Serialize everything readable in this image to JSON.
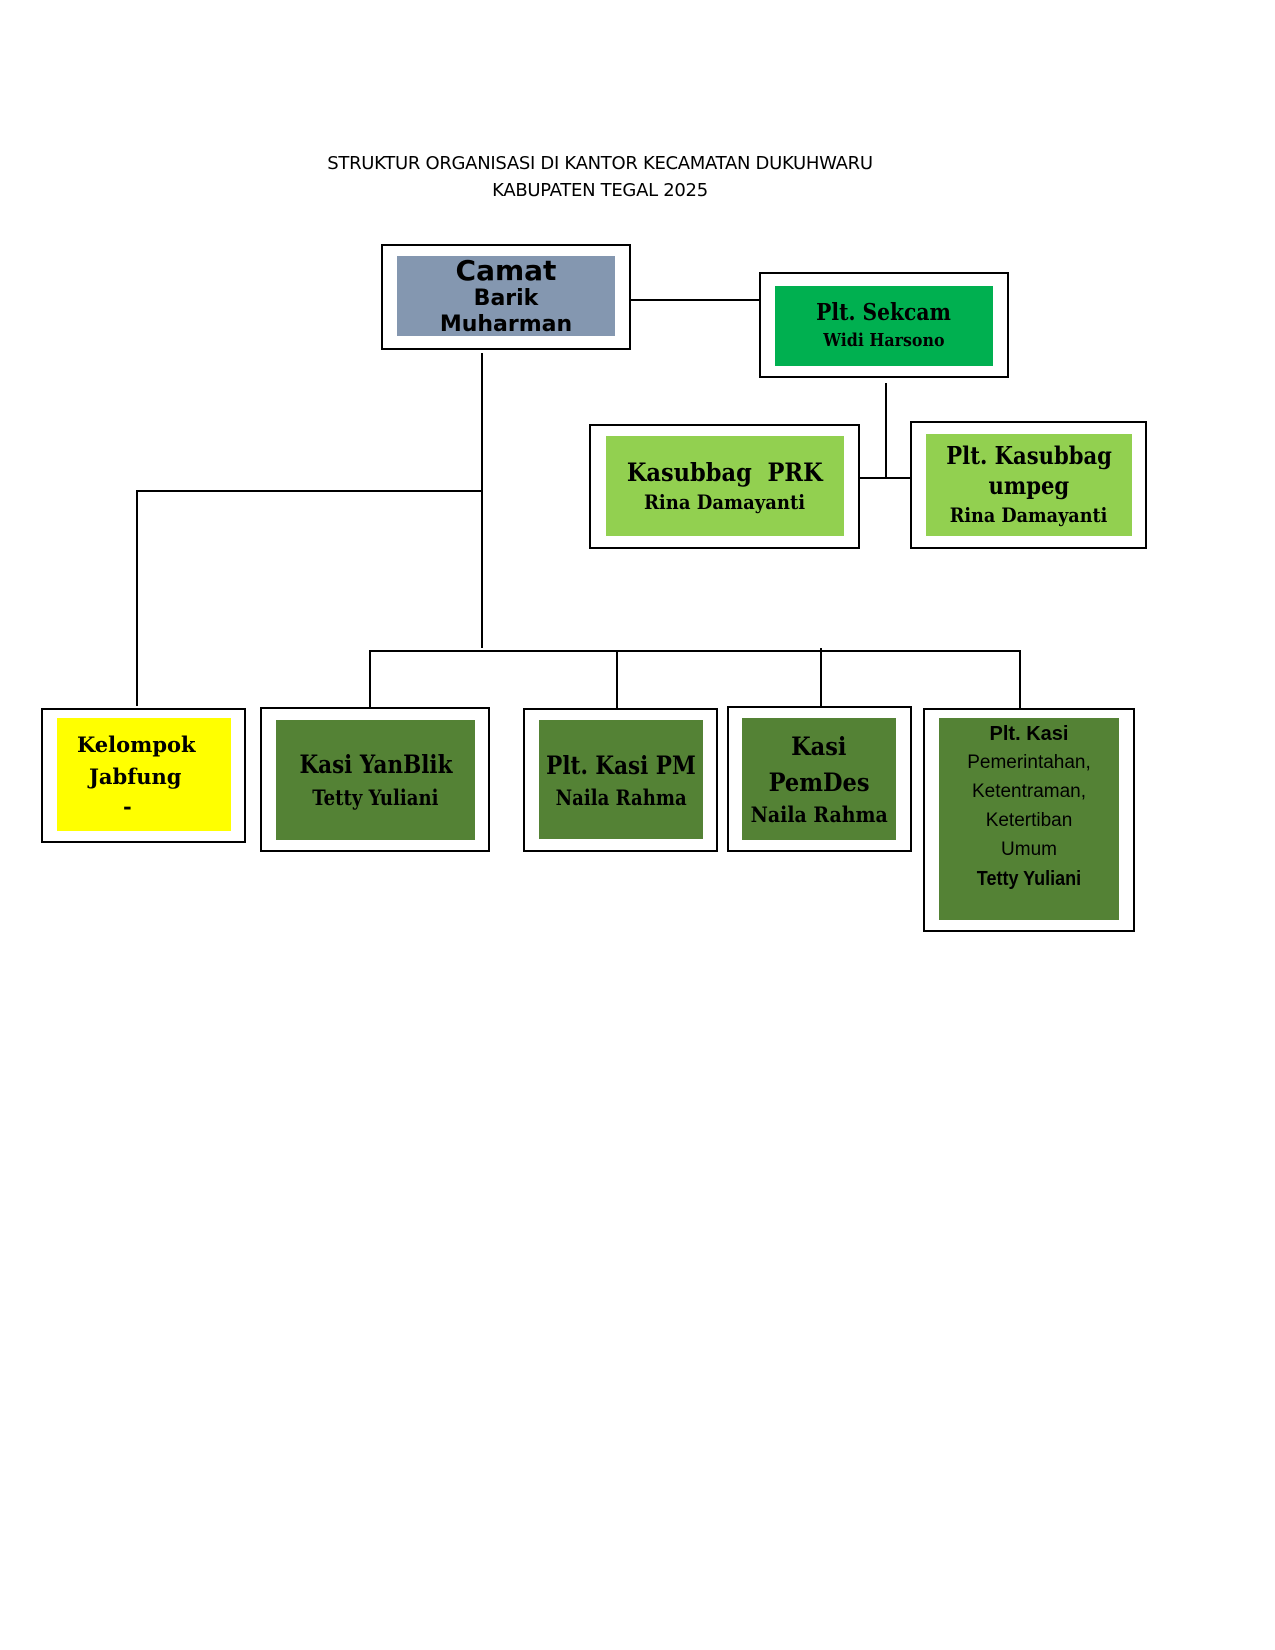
{
  "header": {
    "title_line1": "STRUKTUR ORGANISASI DI KANTOR KECAMATAN DUKUHWARU",
    "title_line2": "KABUPATEN TEGAL 2025"
  },
  "nodes": {
    "camat": {
      "role": "Camat",
      "name1": "Barik",
      "name2": "Muharman",
      "color": "#8497b0"
    },
    "sekcam": {
      "role": "Plt. Sekcam",
      "name": "Widi Harsono",
      "color": "#00b050"
    },
    "kasubbag_prk": {
      "role": "Kasubbag  PRK",
      "name": "Rina Damayanti",
      "color": "#92d050"
    },
    "kasubbag_umpeg": {
      "role1": "Plt. Kasubbag",
      "role2": "umpeg",
      "name": "Rina Damayanti",
      "color": "#92d050"
    },
    "jabfung": {
      "line1": "Kelompok",
      "line2": "Jabfung",
      "line3": "-",
      "color": "#ffff00"
    },
    "yanblik": {
      "role": "Kasi YanBlik",
      "name": "Tetty Yuliani",
      "color": "#548235"
    },
    "kasi_pm": {
      "role": "Plt. Kasi PM",
      "name": "Naila Rahma",
      "color": "#548235"
    },
    "pemdes": {
      "role1": "Kasi",
      "role2": "PemDes",
      "name": "Naila Rahma",
      "color": "#548235"
    },
    "pemerintahan": {
      "role": "Plt. Kasi",
      "desc1": "Pemerintahan,",
      "desc2": "Ketentraman,",
      "desc3": "Ketertiban",
      "desc4": "Umum",
      "name": "Tetty Yuliani",
      "color": "#548235"
    }
  }
}
